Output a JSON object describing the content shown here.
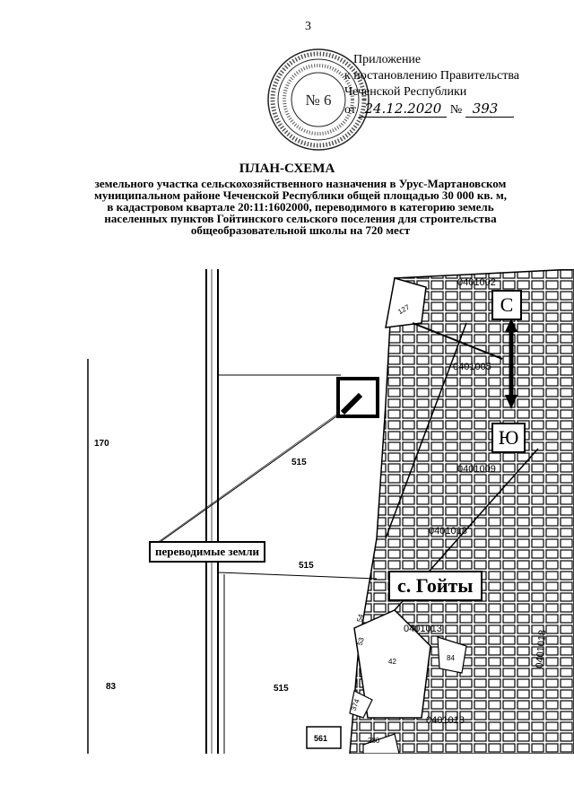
{
  "page_number": "3",
  "seal": {
    "text": "№ 6"
  },
  "appendix": {
    "line1": "Приложение",
    "line2": "к постановлению Правительства",
    "line3": "Чеченской Республики",
    "date_prefix": "от",
    "date": "24.12.2020",
    "num_prefix": "№",
    "number": "393"
  },
  "title": "ПЛАН-СХЕМА",
  "subtitle": "земельного участка сельскохозяйственного назначения в Урус-Мартановском муниципальном районе Чеченской Республики общей площадью 30 000 кв. м, в кадастровом квартале 20:11:1602000, переводимого в категорию земель населенных пунктов Гойтинского сельского поселения для строительства общеобразовательной школы на 720 мест",
  "map": {
    "parcel_labels": [
      "170",
      "515",
      "515",
      "83",
      "515",
      "561",
      "42",
      "84",
      "374",
      "280",
      "127",
      "53",
      "54"
    ],
    "quarter_labels": [
      "0401002",
      "0401005",
      "0401009",
      "0401018",
      "0401013",
      "0401018",
      "0401018"
    ],
    "north_label": "С",
    "south_label": "Ю",
    "transfer_label": "переводимые земли",
    "village_label": "с. Гойты"
  }
}
